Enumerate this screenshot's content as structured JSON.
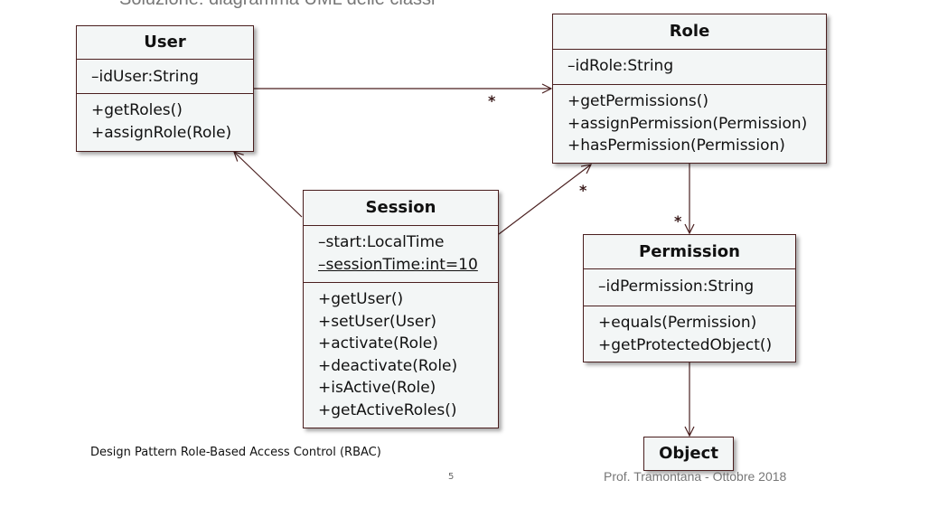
{
  "slide": {
    "title": "Soluzione: diagramma UML delle classi",
    "footer_left": "Design Pattern Role-Based Access Control (RBAC)",
    "page_number": "5",
    "footer_right": "Prof. Tramontana - Ottobre 2018"
  },
  "classes": {
    "user": {
      "name": "User",
      "attributes": [
        "–idUser:String"
      ],
      "operations": [
        "+getRoles()",
        "+assignRole(Role)"
      ]
    },
    "role": {
      "name": "Role",
      "attributes": [
        "–idRole:String"
      ],
      "operations": [
        "+getPermissions()",
        "+assignPermission(Permission)",
        "+hasPermission(Permission)"
      ]
    },
    "session": {
      "name": "Session",
      "attributes": [
        "–start:LocalTime",
        "–sessionTime:int=10"
      ],
      "operations": [
        "+getUser()",
        "+setUser(User)",
        "+activate(Role)",
        "+deactivate(Role)",
        "+isActive(Role)",
        "+getActiveRoles()"
      ]
    },
    "permission": {
      "name": "Permission",
      "attributes": [
        "–idPermission:String"
      ],
      "operations": [
        "+equals(Permission)",
        "+getProtectedObject()"
      ]
    },
    "object": {
      "name": "Object"
    }
  },
  "associations": {
    "user_role": {
      "multiplicity": "*"
    },
    "session_role": {
      "multiplicity": "*"
    },
    "role_permission": {
      "multiplicity": "*"
    }
  }
}
